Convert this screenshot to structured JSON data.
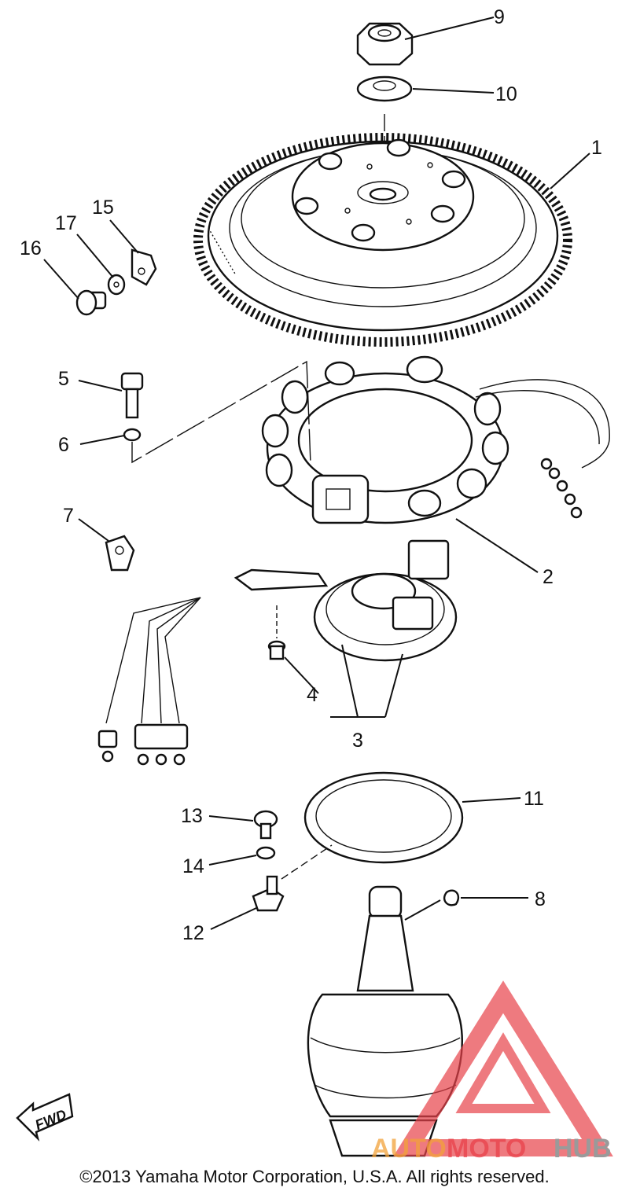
{
  "callouts": {
    "c1": "1",
    "c2": "2",
    "c3": "3",
    "c4": "4",
    "c5": "5",
    "c6": "6",
    "c7": "7",
    "c8": "8",
    "c9": "9",
    "c10": "10",
    "c11": "11",
    "c12": "12",
    "c13": "13",
    "c14": "14",
    "c15": "15",
    "c16": "16",
    "c17": "17"
  },
  "fwd_label": "FWD",
  "watermark": {
    "part1": "AUTO",
    "part2": "MOTO",
    "part3": "HUB",
    "color1": "#f2a23a",
    "color2": "#e8424a",
    "color3": "#9a9a9a"
  },
  "copyright": "©2013 Yamaha Motor Corporation, U.S.A. All rights reserved."
}
